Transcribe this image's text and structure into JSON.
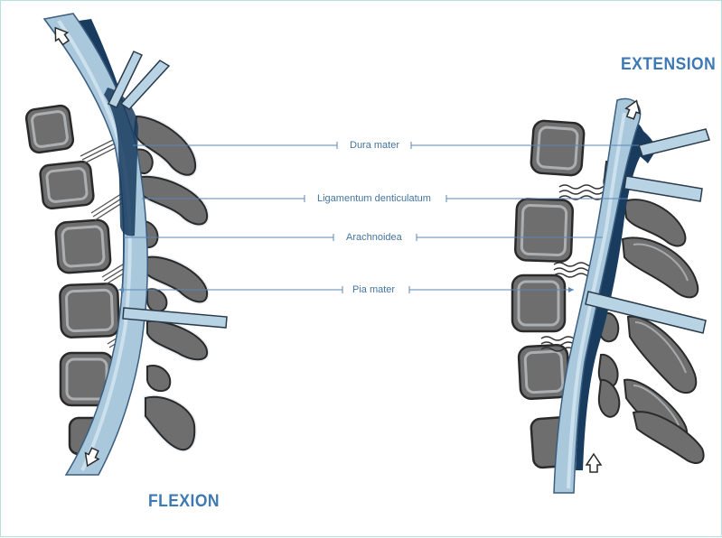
{
  "figure": {
    "titles": {
      "extension": "EXTENSION",
      "flexion": "FLEXION"
    },
    "labels": {
      "dura_mater": "Dura mater",
      "ligamentum_denticulatum": "Ligamentum denticulatum",
      "arachnoidea": "Arachnoidea",
      "pia_mater": "Pia mater"
    },
    "colors": {
      "title_blue": "#3e79b3",
      "label_text": "#44749f",
      "leader_line": "#5c86b3",
      "cord_fill": "#a9c8dc",
      "dura_fill": "#183b5e",
      "vertebra_fill": "#6e6e6e",
      "bone_outline": "#2a2a2a",
      "needle_fill": "#b8d4e4"
    }
  }
}
